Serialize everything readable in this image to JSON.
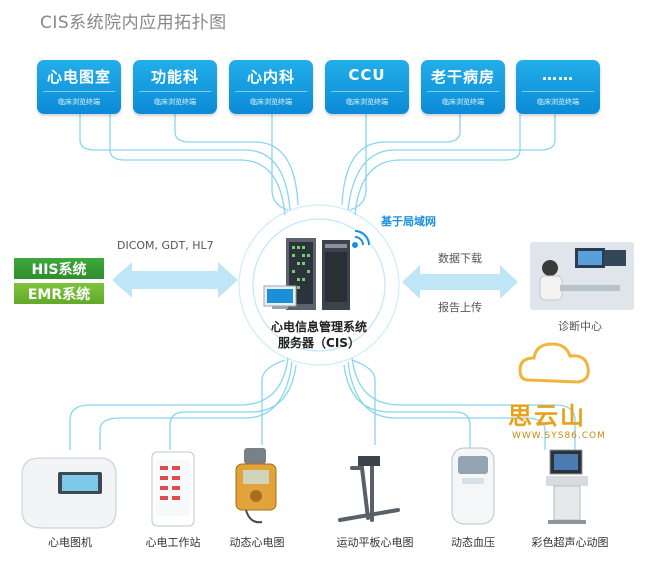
{
  "title": "CIS系统院内应用拓扑图",
  "departments": [
    {
      "name": "心电图室",
      "sub": "临床浏览终端"
    },
    {
      "name": "功能科",
      "sub": "临床浏览终端"
    },
    {
      "name": "心内科",
      "sub": "临床浏览终端"
    },
    {
      "name": "CCU",
      "sub": "临床浏览终端"
    },
    {
      "name": "老干病房",
      "sub": "临床浏览终端"
    },
    {
      "name": "……",
      "sub": "临床浏览终端"
    }
  ],
  "lan_label": "基于局域网",
  "left": {
    "protocols": "DICOM, GDT, HL7",
    "his": "HIS系统",
    "emr": "EMR系统"
  },
  "core": {
    "line1": "心电信息管理系统",
    "line2": "服务器（CIS）"
  },
  "right": {
    "download": "数据下载",
    "upload": "报告上传",
    "center": "诊断中心"
  },
  "devices": [
    {
      "label": "心电图机",
      "icon": "ecg-machine-icon"
    },
    {
      "label": "心电工作站",
      "icon": "ecg-workstation-icon"
    },
    {
      "label": "动态心电图",
      "icon": "holter-icon"
    },
    {
      "label": "运动平板心电图",
      "icon": "treadmill-icon"
    },
    {
      "label": "动态血压",
      "icon": "abpm-icon"
    },
    {
      "label": "彩色超声心动图",
      "icon": "ultrasound-icon"
    }
  ],
  "watermark": {
    "text": "思云山",
    "url": "WWW.SYS86.COM"
  },
  "colors": {
    "dept": "#0b8bd6",
    "wire": "#7fd3ee",
    "his": "#2f8e2d",
    "emr": "#63a92a",
    "lan": "#1a8fe0",
    "logo": "#e8a21a"
  }
}
